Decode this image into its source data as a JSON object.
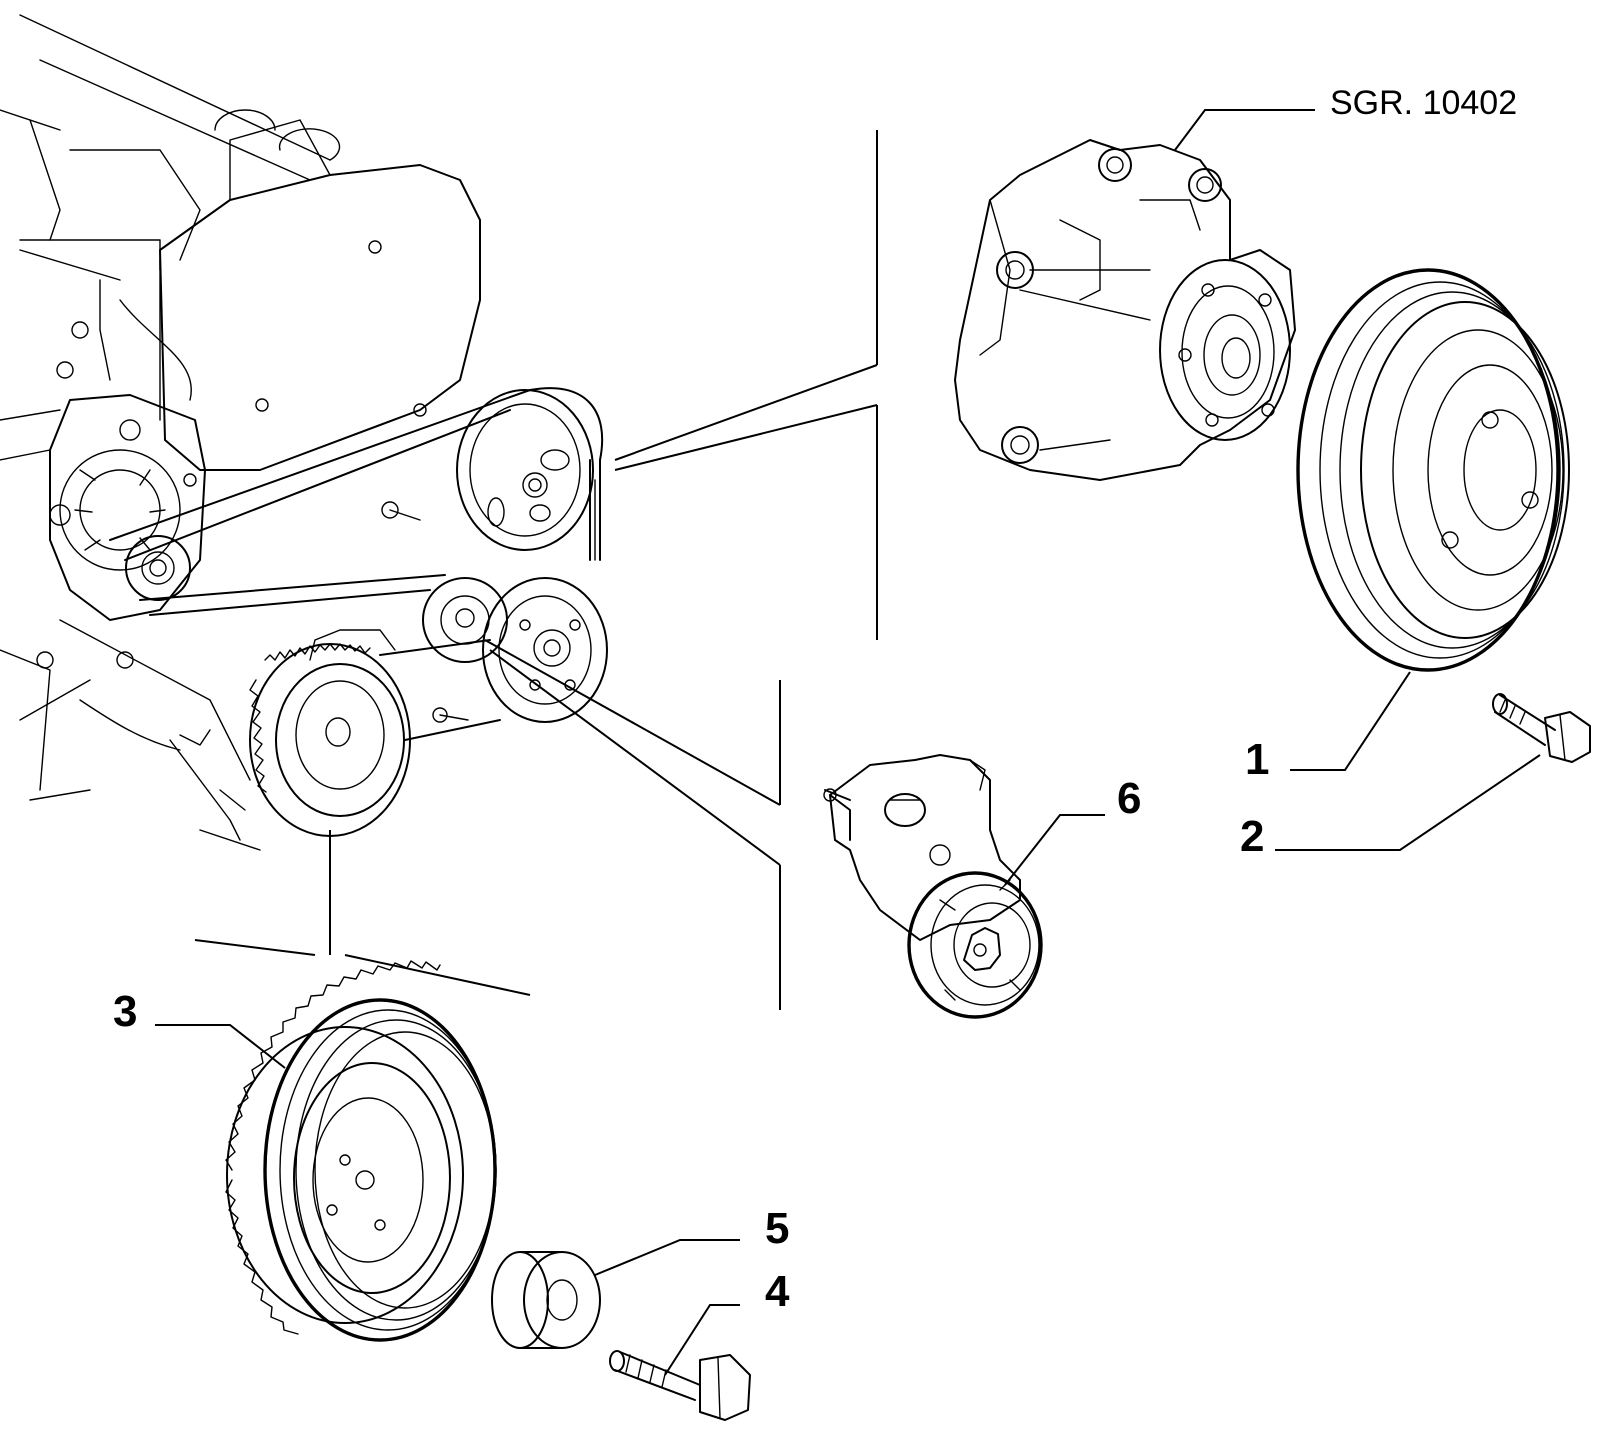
{
  "reference": {
    "text": "SGR. 10402"
  },
  "callouts": [
    {
      "id": "1",
      "label": "1"
    },
    {
      "id": "2",
      "label": "2"
    },
    {
      "id": "3",
      "label": "3"
    },
    {
      "id": "4",
      "label": "4"
    },
    {
      "id": "5",
      "label": "5"
    },
    {
      "id": "6",
      "label": "6"
    }
  ]
}
